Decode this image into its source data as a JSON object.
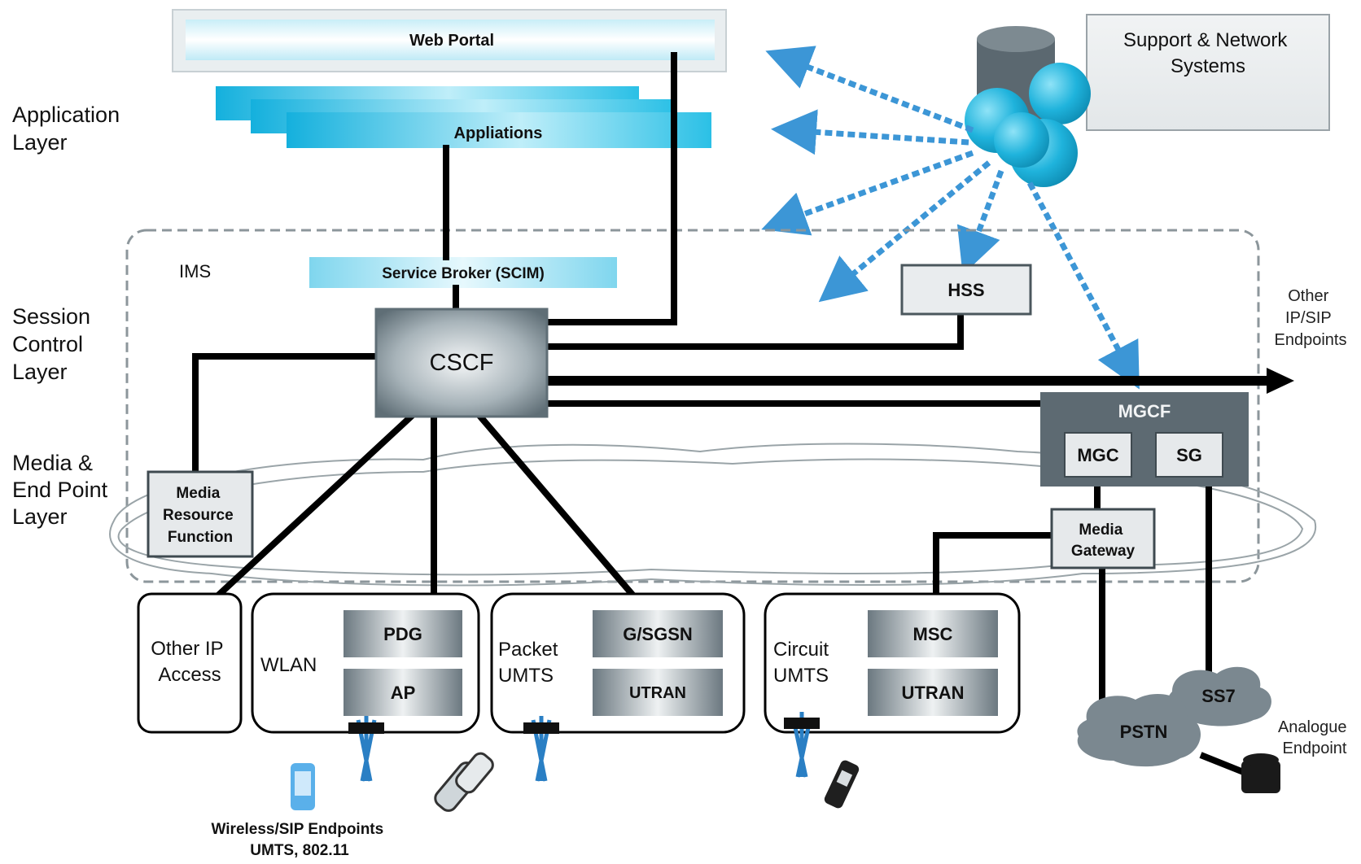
{
  "layers": {
    "application": [
      "Application",
      "Layer"
    ],
    "session": [
      "Session",
      "Control",
      "Layer"
    ],
    "media": [
      "Media &",
      "End Point",
      "Layer"
    ]
  },
  "web_portal": "Web Portal",
  "applications": "Appliations",
  "support": [
    "Support & Network",
    "Systems"
  ],
  "ims": "IMS",
  "service_broker": "Service Broker (SCIM)",
  "cscf": "CSCF",
  "hss": "HSS",
  "other_endpoints": [
    "Other",
    "IP/SIP",
    "Endpoints"
  ],
  "mgcf": "MGCF",
  "mgc": "MGC",
  "sg": "SG",
  "media_gateway": [
    "Media",
    "Gateway"
  ],
  "mrf": [
    "Media",
    "Resource",
    "Function"
  ],
  "access": {
    "other_ip": [
      "Other IP",
      "Access"
    ],
    "wlan": "WLAN",
    "pdg": "PDG",
    "ap": "AP",
    "packet_umts": [
      "Packet",
      "UMTS"
    ],
    "gsgsn": "G/SGSN",
    "utran_packet": "UTRAN",
    "circuit_umts": [
      "Circuit",
      "UMTS"
    ],
    "msc": "MSC",
    "utran_circuit": "UTRAN"
  },
  "pstn": "PSTN",
  "ss7": "SS7",
  "analogue": [
    "Analogue",
    "Endpoint"
  ],
  "wireless": [
    "Wireless/SIP Endpoints",
    "UMTS, 802.11"
  ],
  "colors": {
    "cyan": "#1fb3dc",
    "arrow_blue": "#3c96d6",
    "box_gray": "#5d6a72",
    "cloud_gray": "#7b8890",
    "cscf_gray": "#7d8b92"
  }
}
